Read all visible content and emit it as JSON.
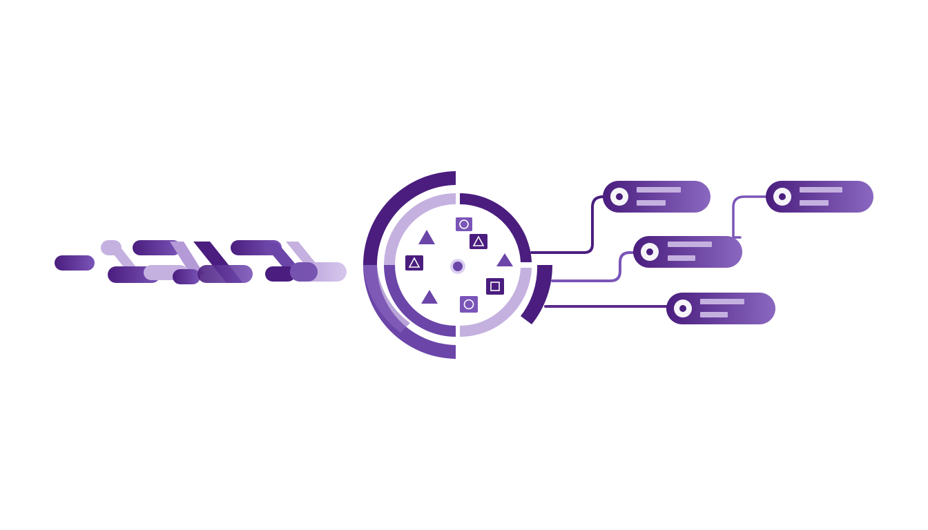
{
  "colors": {
    "background": "#ffffff",
    "dark": "#4a1d7e",
    "mid": "#6b45a8",
    "light": "#c5b1e0",
    "lighter": "#dccff0",
    "line_dark": "#5a2a8c",
    "line_mid": "#7a55b8"
  },
  "diagram": {
    "input_stream": {
      "icon": "data-stream-bars"
    },
    "hub": {
      "icon": "segmented-ring-processor",
      "inner_symbols": [
        "circle-in-square",
        "triangle-in-square",
        "triangle",
        "triangle-in-square",
        "triangle",
        "center-dot",
        "square-in-square",
        "triangle",
        "circle-in-square"
      ]
    },
    "outputs": [
      {
        "icon": "record-pill-1"
      },
      {
        "icon": "record-pill-2"
      },
      {
        "icon": "record-pill-3"
      },
      {
        "icon": "record-pill-4"
      }
    ]
  }
}
